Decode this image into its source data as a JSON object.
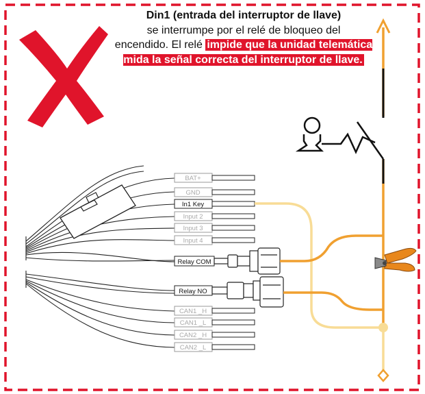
{
  "caption": {
    "title": "Din1 (entrada del interruptor de llave)",
    "line2": "se interrumpe por el relé de bloqueo del",
    "line3": "encendido. El relé",
    "highlight": "impide que la unidad telemática mida la señal correcta del interruptor de llave."
  },
  "pins": [
    {
      "label": "BAT+",
      "state": "inactive"
    },
    {
      "label": "GND",
      "state": "inactive"
    },
    {
      "label": "In1 Key",
      "state": "active"
    },
    {
      "label": "Input 2",
      "state": "inactive"
    },
    {
      "label": "Input 3",
      "state": "inactive"
    },
    {
      "label": "Input 4",
      "state": "inactive"
    },
    {
      "label": "Relay COM",
      "state": "active"
    },
    {
      "label": "Relay NO",
      "state": "active"
    },
    {
      "label": "CAN1 _H",
      "state": "inactive"
    },
    {
      "label": "CAN1 _L",
      "state": "inactive"
    },
    {
      "label": "CAN2 _H",
      "state": "inactive"
    },
    {
      "label": "CAN2 _L",
      "state": "inactive"
    }
  ],
  "icons": {
    "cross": "red-x-icon",
    "key": "ignition-key-icon",
    "cutter": "wire-cutter-icon"
  },
  "colors": {
    "border": "#e0142b",
    "cross": "#e0142b",
    "highlight": "#e0142b",
    "wire_dark_orange": "#f0a030",
    "wire_light_yellow": "#f8dc96"
  }
}
